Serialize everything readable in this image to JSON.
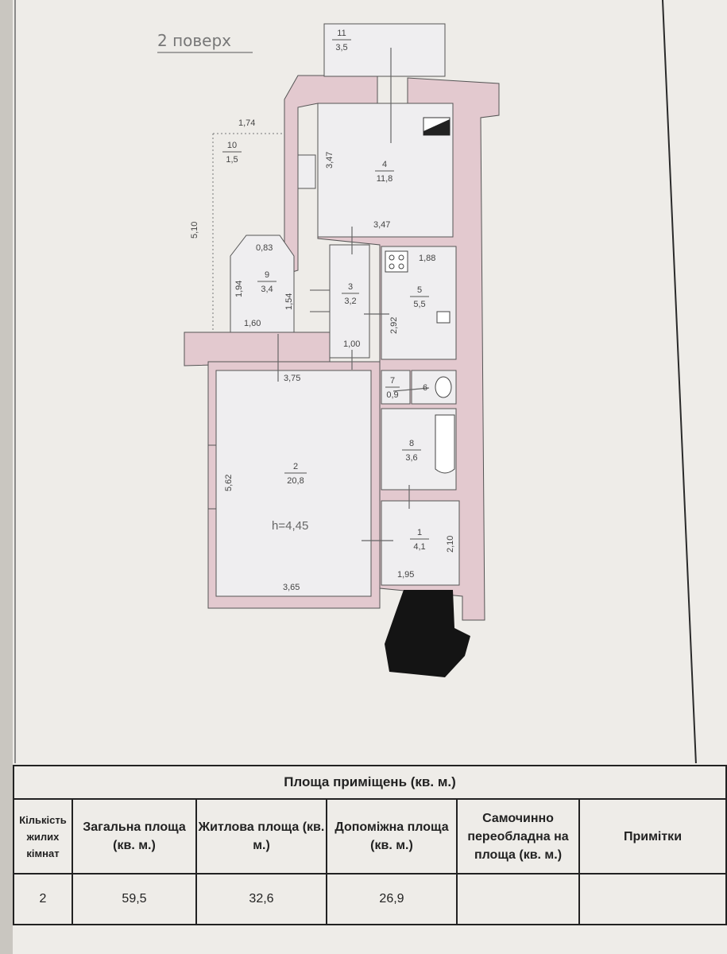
{
  "floor_label": "2 поверх",
  "height_label": "h=4,45",
  "rooms": [
    {
      "num": "1",
      "area": "4,1"
    },
    {
      "num": "2",
      "area": "20,8"
    },
    {
      "num": "3",
      "area": "3,2"
    },
    {
      "num": "4",
      "area": "11,8"
    },
    {
      "num": "5",
      "area": "5,5"
    },
    {
      "num": "6",
      "area": ""
    },
    {
      "num": "7",
      "area": "0,9"
    },
    {
      "num": "8",
      "area": "3,6"
    },
    {
      "num": "9",
      "area": "3,4"
    },
    {
      "num": "10",
      "area": "1,5"
    },
    {
      "num": "11",
      "area": "3,5"
    }
  ],
  "dimensions": {
    "d174": "1,74",
    "d510": "5,10",
    "d347_left": "3,47",
    "d347_bottom": "3,47",
    "d083": "0,83",
    "d194": "1,94",
    "d154": "1,54",
    "d160": "1,60",
    "d188": "1,88",
    "d292": "2,92",
    "d100": "1,00",
    "d375": "3,75",
    "d562": "5,62",
    "d365": "3,65",
    "d210": "2,10",
    "d195": "1,95"
  },
  "table": {
    "title": "Площа приміщень (кв. м.)",
    "headers": {
      "rooms_count": "Кількість жилих кімнат",
      "total": "Загальна площа (кв. м.)",
      "living": "Житлова площа (кв. м.)",
      "auxiliary": "Допоміжна площа (кв. м.)",
      "unauthorized": "Самочинно переобладна на площа (кв. м.)",
      "notes": "Примітки"
    },
    "values": {
      "rooms_count": "2",
      "total": "59,5",
      "living": "32,6",
      "auxiliary": "26,9",
      "unauthorized": "",
      "notes": ""
    }
  }
}
